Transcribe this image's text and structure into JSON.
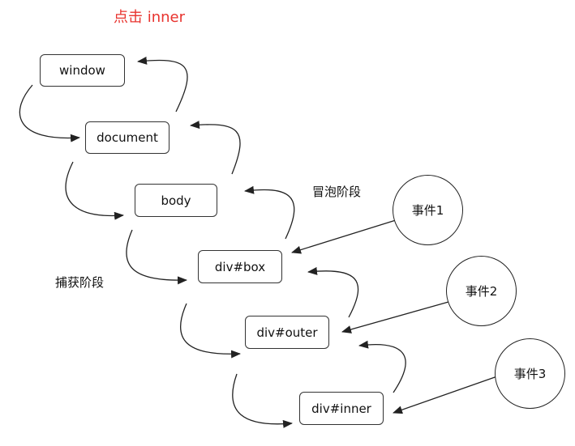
{
  "title": "点击 inner",
  "colors": {
    "title": "#e8332e",
    "stroke": "#222222"
  },
  "nodes": {
    "window": "window",
    "document": "document",
    "body": "body",
    "box": "div#box",
    "outer": "div#outer",
    "inner": "div#inner"
  },
  "phases": {
    "capture": "捕获阶段",
    "bubble": "冒泡阶段"
  },
  "events": {
    "e1": "事件1",
    "e2": "事件2",
    "e3": "事件3"
  }
}
